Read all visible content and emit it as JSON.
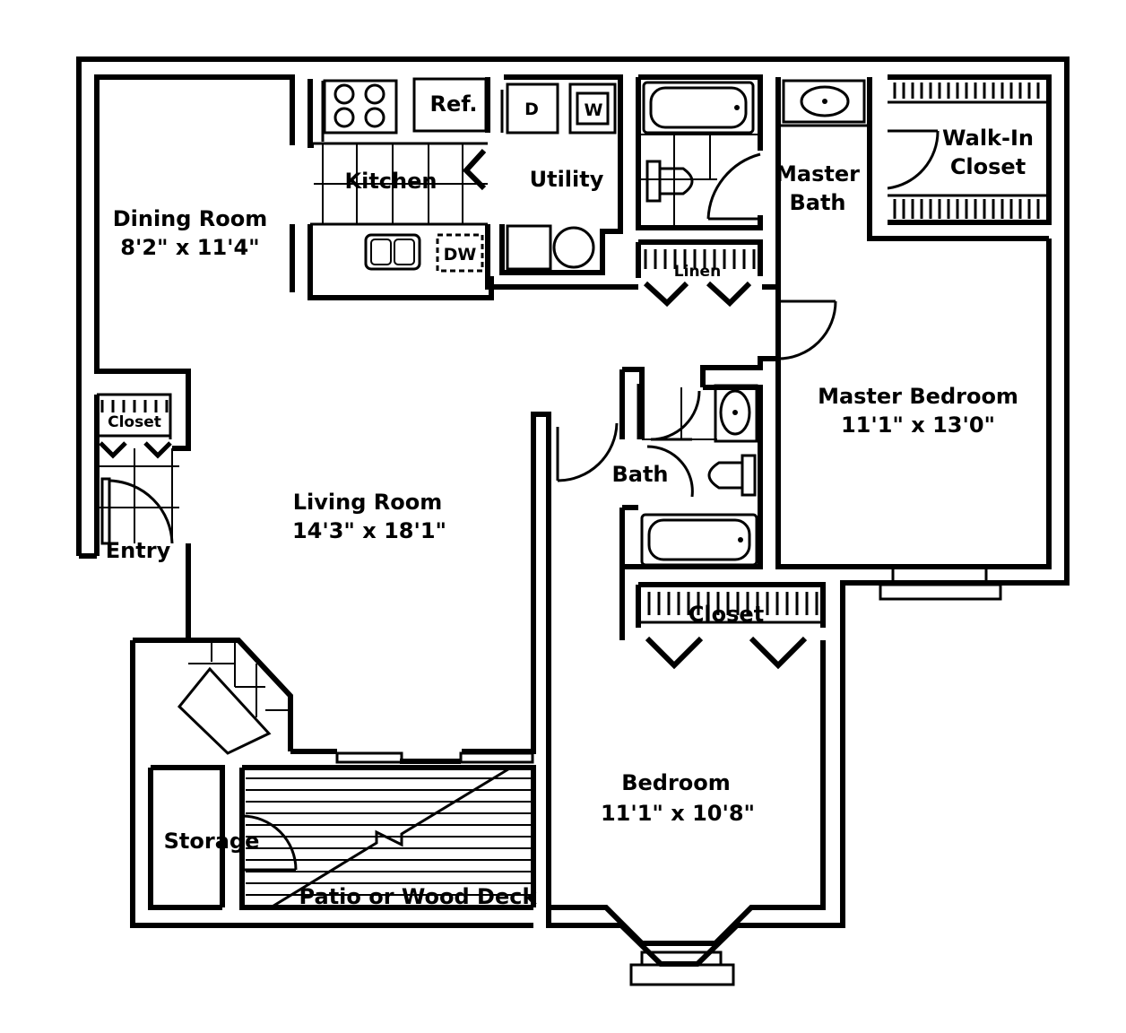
{
  "rooms": {
    "dining_room": {
      "name": "Dining Room",
      "size": "8'2\" x 11'4\""
    },
    "kitchen": {
      "name": "Kitchen"
    },
    "utility": {
      "name": "Utility"
    },
    "master_bath": {
      "name_line1": "Master",
      "name_line2": "Bath"
    },
    "walk_in_closet": {
      "name_line1": "Walk-In",
      "name_line2": "Closet"
    },
    "linen": {
      "name": "Linen"
    },
    "master_bedroom": {
      "name": "Master Bedroom",
      "size": "11'1\" x 13'0\""
    },
    "entry_closet": {
      "name": "Closet"
    },
    "entry": {
      "name": "Entry"
    },
    "living_room": {
      "name": "Living Room",
      "size": "14'3\" x 18'1\""
    },
    "bath": {
      "name": "Bath"
    },
    "bedroom_closet": {
      "name": "Closet"
    },
    "bedroom": {
      "name": "Bedroom",
      "size": "11'1\" x 10'8\""
    },
    "storage": {
      "name": "Storage"
    },
    "patio": {
      "name": "Patio or Wood Deck"
    }
  },
  "fixtures": {
    "refrigerator": "Ref.",
    "dryer": "D",
    "washer": "W",
    "dishwasher": "DW"
  }
}
